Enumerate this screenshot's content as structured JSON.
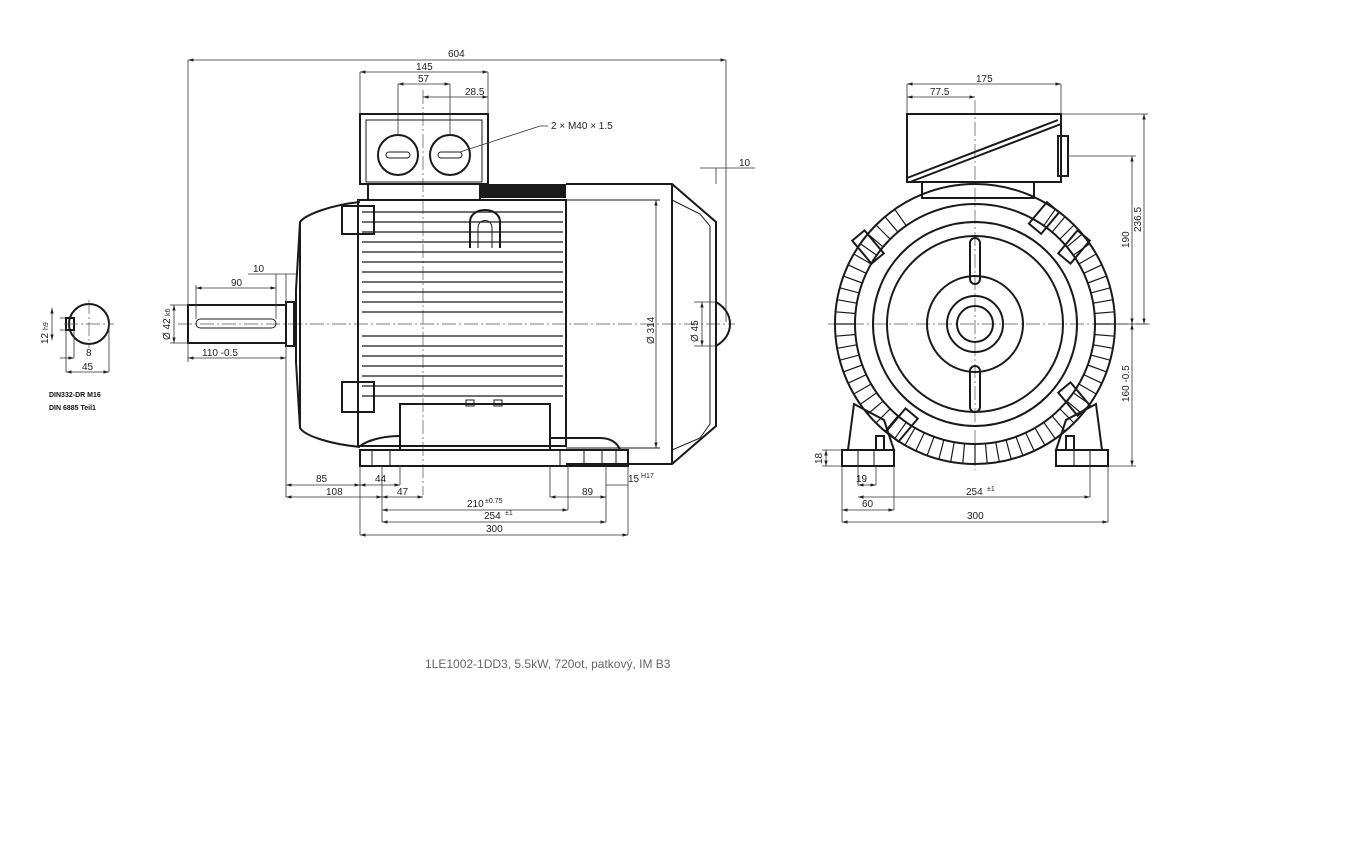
{
  "caption": "1LE1002-1DD3, 5.5kW, 720ot, patkový, IM B3",
  "standards": {
    "line1": "DIN332-DR M16",
    "line2": "DIN 6885 Teil1"
  },
  "thread_note": "2 × M40 × 1.5",
  "shaft_section": {
    "key": "12",
    "key_tol": "h9",
    "d8": "8",
    "d45": "45"
  },
  "side_view": {
    "d604": "604",
    "d145": "145",
    "d57": "57",
    "d28_5": "28.5",
    "d10_top": "10",
    "d90": "90",
    "d10_shaft": "10",
    "d42": "Ø 42",
    "d42_tol": "k6",
    "d110": "110 -0.5",
    "d314": "Ø 314",
    "d45": "Ø 45",
    "d85": "85",
    "d44": "44",
    "d108": "108",
    "d47": "47",
    "d210": "210",
    "d210_tol": "±0.75",
    "d89": "89",
    "d15": "15",
    "d15_tol": "H17",
    "d254": "254",
    "d254_tol": "±1",
    "d300": "300"
  },
  "front_view": {
    "d175": "175",
    "d77_5": "77.5",
    "d236_5": "236.5",
    "d190": "190",
    "d160": "160 -0.5",
    "d18": "18",
    "d19": "19",
    "d60": "60",
    "d254": "254",
    "d254_tol": "±1",
    "d300": "300"
  }
}
